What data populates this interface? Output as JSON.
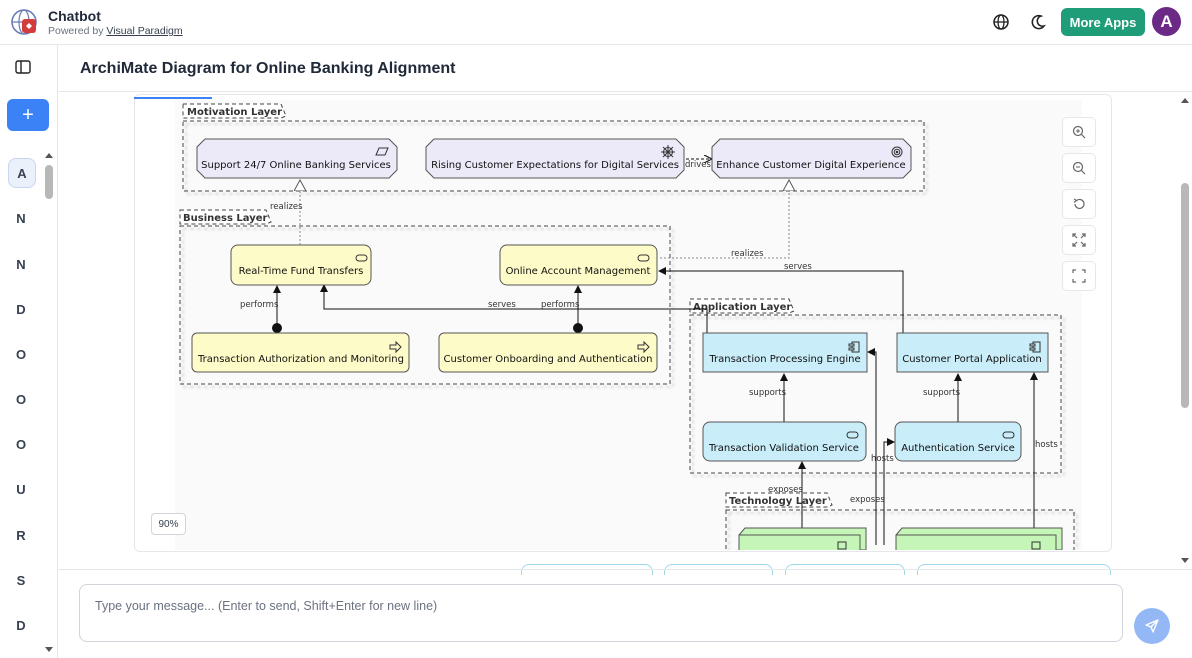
{
  "app": {
    "name": "Chatbot",
    "powered_prefix": "Powered by",
    "powered_link": "Visual Paradigm"
  },
  "header": {
    "more_apps_label": "More Apps",
    "avatar_initial": "A",
    "icons": [
      "globe-icon",
      "moon-icon"
    ]
  },
  "sidebar": {
    "new_label": "+",
    "items": [
      "A",
      "N",
      "N",
      "D",
      "O",
      "O",
      "O",
      "U",
      "R",
      "S",
      "D"
    ]
  },
  "page": {
    "title": "ArchiMate Diagram for Online Banking Alignment"
  },
  "diagram": {
    "zoom": "90%",
    "layers": {
      "motivation": "Motivation Layer",
      "business": "Business Layer",
      "application": "Application Layer",
      "technology": "Technology Layer"
    },
    "elements": {
      "support_services": "Support 24/7 Online Banking Services",
      "rising_expectations": "Rising Customer Expectations for Digital Services",
      "enhance_experience": "Enhance Customer Digital Experience",
      "fund_transfers": "Real-Time Fund Transfers",
      "account_management": "Online Account Management",
      "auth_monitoring": "Transaction Authorization and Monitoring",
      "onboarding": "Customer Onboarding and Authentication",
      "processing_engine": "Transaction Processing Engine",
      "portal_app": "Customer Portal Application",
      "validation_service": "Transaction Validation Service",
      "authentication_service": "Authentication Service"
    },
    "relations": {
      "drives": "drives",
      "realizes": "realizes",
      "serves": "serves",
      "performs": "performs",
      "supports": "supports",
      "hosts": "hosts",
      "exposes": "exposes"
    },
    "colors": {
      "motivation": "#eceaf8",
      "business": "#fdfbc7",
      "application": "#c9edf9",
      "technology": "#c6f5b8"
    }
  },
  "composer": {
    "placeholder": "Type your message... (Enter to send, Shift+Enter for new line)"
  }
}
